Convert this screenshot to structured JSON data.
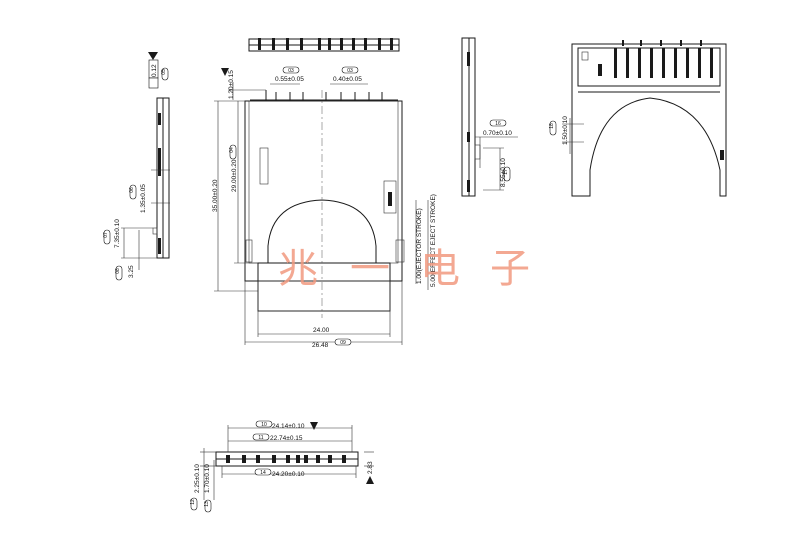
{
  "watermark": {
    "chars": [
      "兆",
      "一",
      "电",
      "子"
    ],
    "color": "#f29a80"
  },
  "front_view": {
    "dims": {
      "pitch_a": "0.55±0.05",
      "pitch_b": "0.40±0.05",
      "top_offset": "1.20±0.15",
      "overall_height": "35.00±0.20",
      "inner_height": "29.00±0.20",
      "inner_width": "24.00",
      "overall_width": "26.48",
      "stroke_1": "1.00(EJECTOR STROKE)",
      "stroke_2": "5.00(EFFECT EJECT STROKE)"
    },
    "bubbles": {
      "pitch_a": "03",
      "pitch_b": "03",
      "inner_height": "04",
      "overall_width": "09"
    }
  },
  "left_side_view": {
    "dims": {
      "flatness": "0.12",
      "thickness": "1.35±0.05",
      "height_1": "7.35±0.10",
      "height_2": "3.25"
    },
    "bubbles": {
      "flatness": "05",
      "thickness": "06",
      "height_1": "07",
      "height_2": "08"
    }
  },
  "right_side_view": {
    "dims": {
      "width": "0.70±0.10",
      "height": "8.55±0.10"
    },
    "bubbles": {
      "width": "16",
      "height": "17"
    }
  },
  "back_view": {
    "dims": {
      "height": "1.50±0.10"
    },
    "bubbles": {
      "height": "18"
    }
  },
  "bottom_view": {
    "dims": {
      "width_a": "24.14±0.10",
      "width_b": "22.74±0.15",
      "width_c": "24.20±0.10",
      "height_a": "2.25±0.10",
      "height_b": "1.70±0.10",
      "height_c": "2.83"
    },
    "bubbles": {
      "width_a": "10",
      "width_b": "11",
      "width_c": "14",
      "height_a": "12",
      "height_b": "13"
    }
  }
}
